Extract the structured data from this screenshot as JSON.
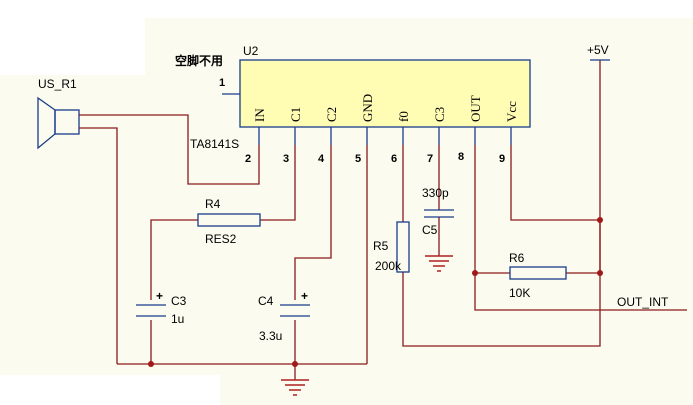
{
  "colors": {
    "background": "#ffffff",
    "sheet_bg": "#fbfbef",
    "ic_fill": "#fffcb3",
    "wire": "#8b1a1a",
    "component": "#1a3c8b",
    "ground": "#b02020",
    "junction": "#a01818"
  },
  "ic": {
    "designator": "U2",
    "part": "TA8141S",
    "unused_pin_note": "空脚不用",
    "pins": [
      {
        "num": "1",
        "name": ""
      },
      {
        "num": "2",
        "name": "IN"
      },
      {
        "num": "3",
        "name": "C1"
      },
      {
        "num": "4",
        "name": "C2"
      },
      {
        "num": "5",
        "name": "GND"
      },
      {
        "num": "6",
        "name": "f0"
      },
      {
        "num": "7",
        "name": "C3"
      },
      {
        "num": "8",
        "name": "OUT"
      },
      {
        "num": "9",
        "name": "Vcc"
      }
    ]
  },
  "components": {
    "sensor": {
      "designator": "US_R1"
    },
    "r4": {
      "designator": "R4",
      "value": "RES2"
    },
    "r5": {
      "designator": "R5",
      "value": "200k"
    },
    "r6": {
      "designator": "R6",
      "value": "10K"
    },
    "c3": {
      "designator": "C3",
      "value": "1u"
    },
    "c4": {
      "designator": "C4",
      "value": "3.3u"
    },
    "c5": {
      "designator": "C5",
      "value": "330p"
    }
  },
  "power": {
    "label": "+5V"
  },
  "net_labels": {
    "out_int": "OUT_INT"
  },
  "polarity_marks": {
    "c3": "+",
    "c4": "+"
  }
}
